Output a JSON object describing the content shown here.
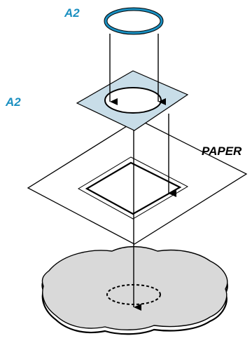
{
  "labels": {
    "ring_part": "A2",
    "plate_part": "A2",
    "paper": "PAPER"
  },
  "colors": {
    "accent_blue": "#1a8fc0",
    "plate_fill": "#c8dde8",
    "ring_stroke": "#1a8fc0",
    "base_fill": "#d9d9d9",
    "line": "#000000"
  }
}
